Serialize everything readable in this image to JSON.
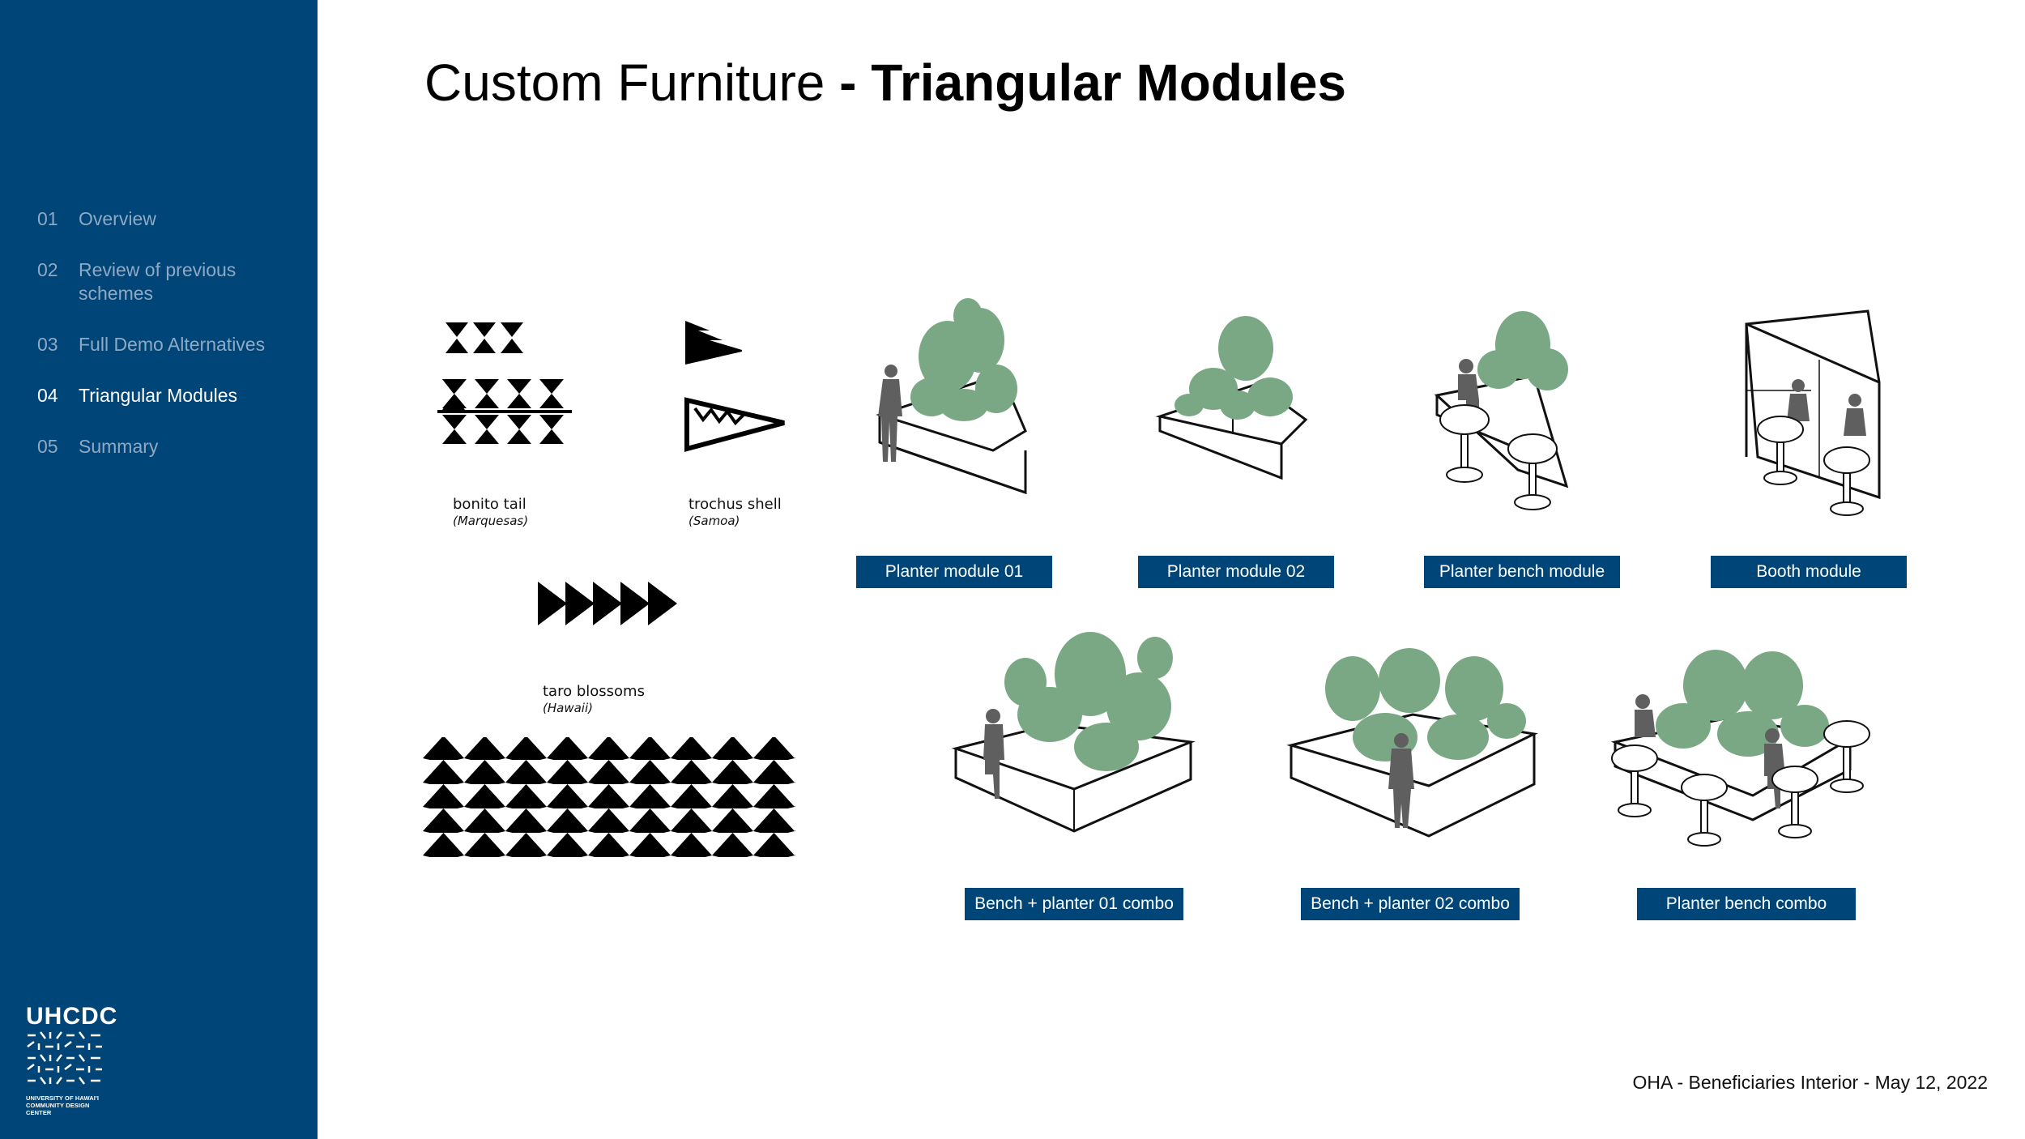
{
  "nav": [
    {
      "num": "01",
      "label": "Overview",
      "active": false
    },
    {
      "num": "02",
      "label": "Review of previous schemes",
      "active": false
    },
    {
      "num": "03",
      "label": "Full Demo Alternatives",
      "active": false
    },
    {
      "num": "04",
      "label": "Triangular Modules",
      "active": true
    },
    {
      "num": "05",
      "label": "Summary",
      "active": false
    }
  ],
  "logo": {
    "wordmark": "UHCDC",
    "caption_line1": "UNIVERSITY OF HAWAI'I",
    "caption_line2": "COMMUNITY DESIGN CENTER"
  },
  "title": {
    "regular": "Custom Furniture",
    "bold": "- Triangular Modules"
  },
  "patterns": [
    {
      "name": "bonito tail",
      "origin": "(Marquesas)"
    },
    {
      "name": "trochus shell",
      "origin": "(Samoa)"
    },
    {
      "name": "taro blossoms",
      "origin": "(Hawaii)"
    }
  ],
  "modules": [
    "Planter module 01",
    "Planter module 02",
    "Planter bench module",
    "Booth module",
    "Bench + planter 01 combo",
    "Bench + planter 02 combo",
    "Planter bench combo"
  ],
  "footer": "OHA - Beneficiaries Interior - May 12, 2022",
  "colors": {
    "brand_blue": "#004578",
    "plant_green": "#7aa884",
    "figure_gray": "#5f5f5f"
  }
}
